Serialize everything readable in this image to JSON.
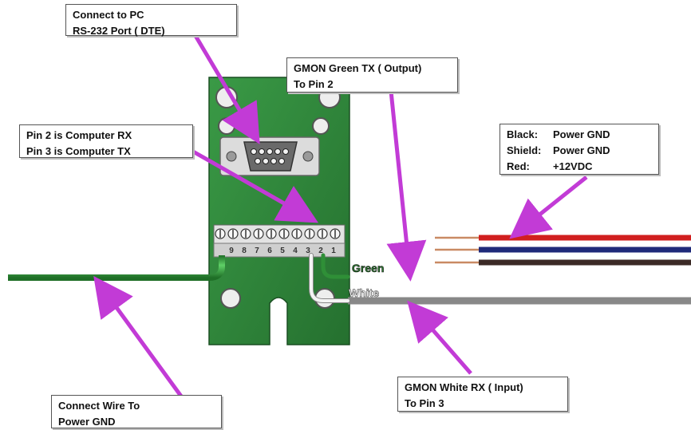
{
  "callouts": {
    "pc": {
      "line1": "Connect to PC",
      "line2": "RS-232 Port  ( DTE)"
    },
    "green_tx": {
      "line1": "GMON Green TX  ( Output)",
      "line2": "To Pin 2"
    },
    "pins": {
      "line1": "Pin 2 is Computer RX",
      "line2": "Pin 3 is Computer TX"
    },
    "power": {
      "rows": [
        {
          "key": "Black:",
          "value": "Power GND"
        },
        {
          "key": "Shield:",
          "value": "Power GND"
        },
        {
          "key": "Red:",
          "value": "+12VDC"
        }
      ]
    },
    "white_rx": {
      "line1": "GMON White RX  ( Input)",
      "line2": "To Pin 3"
    },
    "gnd": {
      "line1": "Connect Wire To",
      "line2": "Power GND"
    }
  },
  "wire_labels": {
    "green": "Green",
    "white": "White"
  },
  "terminal_numbers": [
    "9",
    "8",
    "7",
    "6",
    "5",
    "4",
    "3",
    "2",
    "1"
  ],
  "colors": {
    "board": "#2f8a3c",
    "arrow": "#c23bd6",
    "green_wire": "#3aa53f",
    "red_wire": "#d11f1f",
    "blue_wire": "#1f2a7a",
    "copper": "#c98a64"
  }
}
